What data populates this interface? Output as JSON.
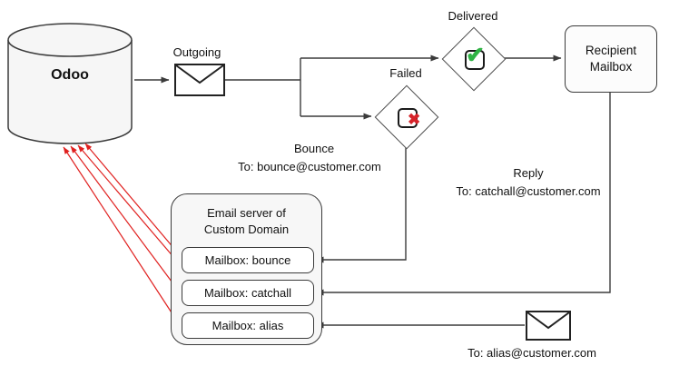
{
  "diagram": {
    "odoo": {
      "label": "Odoo"
    },
    "outgoing": {
      "label": "Outgoing"
    },
    "delivered": {
      "label": "Delivered"
    },
    "failed": {
      "label": "Failed"
    },
    "recipient_mailbox": {
      "label": "Recipient Mailbox"
    },
    "bounce": {
      "label": "Bounce",
      "to": "To: bounce@customer.com"
    },
    "reply": {
      "label": "Reply",
      "to": "To: catchall@customer.com"
    },
    "email_server": {
      "title_line1": "Email server of",
      "title_line2": "Custom Domain",
      "mailboxes": [
        "Mailbox: bounce",
        "Mailbox: catchall",
        "Mailbox: alias"
      ]
    },
    "alias": {
      "to": "To: alias@customer.com"
    },
    "icons": {
      "check_glyph": "✔",
      "cross_glyph": "✖",
      "envelope": "envelope-icon"
    },
    "colors": {
      "line": "#3b3b3b",
      "red_arrow": "#e0201f",
      "check_green": "#2fb344",
      "cross_red": "#d6232a",
      "node_fill": "#f6f6f6"
    }
  }
}
